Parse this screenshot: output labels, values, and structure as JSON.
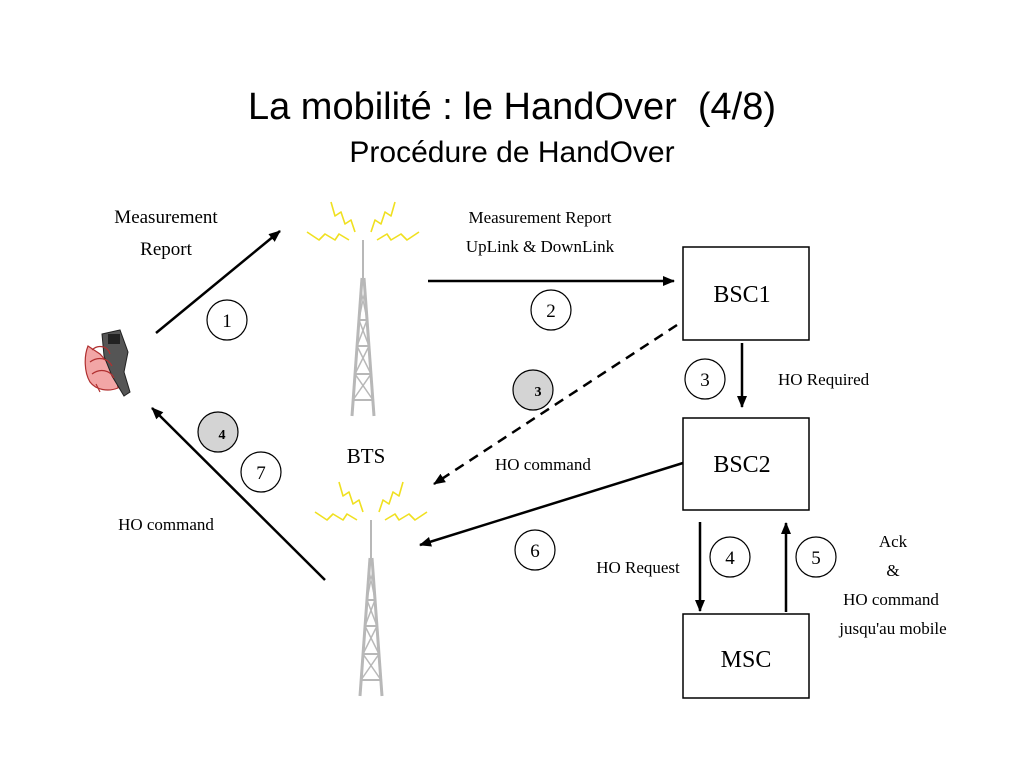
{
  "slide": {
    "title": "La mobilité : le HandOver  (4/8)",
    "subtitle": "Procédure de HandOver"
  },
  "nodes": {
    "bsc1": "BSC1",
    "bsc2": "BSC2",
    "msc": "MSC",
    "bts": "BTS"
  },
  "labels": {
    "measurement_line1": "Measurement",
    "measurement_line2": "Report",
    "meas_uplink_line1": "Measurement Report",
    "meas_uplink_line2": "UpLink & DownLink",
    "ho_required": "HO Required",
    "ho_command_middle": "HO command",
    "ho_command_left": "HO command",
    "ho_request": "HO Request",
    "ack_line1": "Ack",
    "ack_line2": "&",
    "ack_line3": "HO command",
    "ack_line4": "jusqu'au mobile"
  },
  "steps": {
    "s1": "1",
    "s2": "2",
    "s3": "3",
    "s3_shaded": "3",
    "s4": "4",
    "s4_shaded": "4",
    "s5": "5",
    "s6": "6",
    "s7": "7"
  },
  "colors": {
    "line": "#000000",
    "tower": "#b8b8b8",
    "radio_waves": "#f0e020",
    "shaded_circle": "#d4d4d4",
    "phone_hand": "#f2a6a6"
  },
  "icons": {
    "phone": "mobile-phone-in-hand-icon",
    "tower": "antenna-tower-icon"
  }
}
